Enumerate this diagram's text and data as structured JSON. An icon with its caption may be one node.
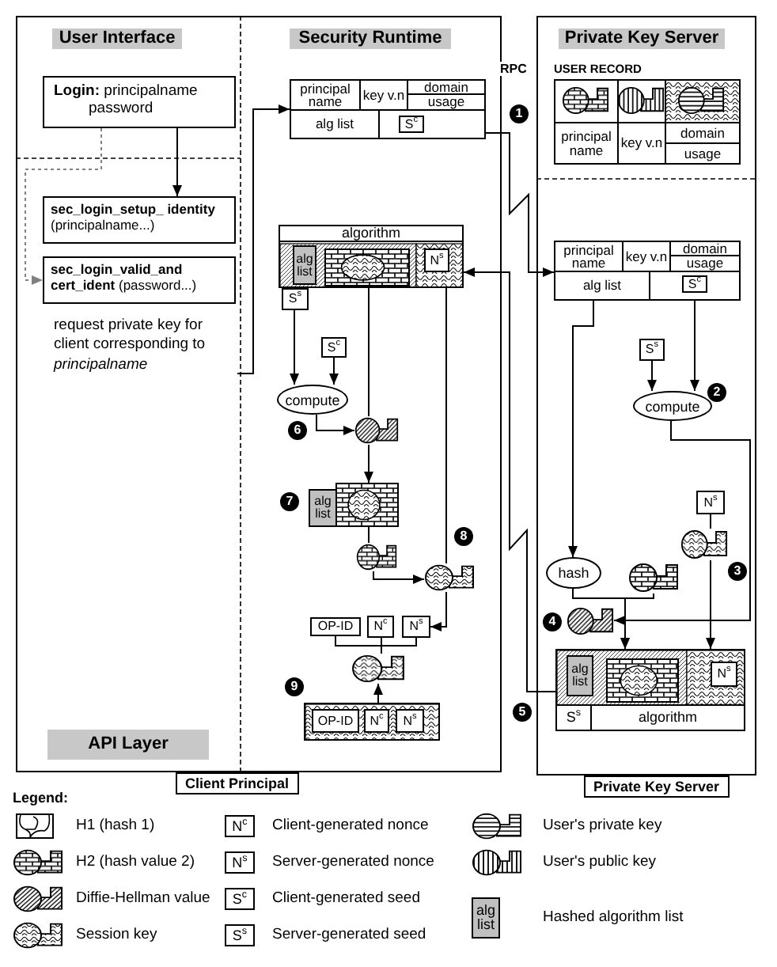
{
  "diagram": {
    "nodes": [
      {
        "text": [
          "Client Principal"
        ]
      },
      {
        "text": [
          "User Interface"
        ],
        "in": 0
      },
      {
        "text": [
          "Security Runtime"
        ],
        "in": 0
      },
      {
        "text": [
          "API Layer"
        ],
        "in": 0
      },
      {
        "text": [
          "**Login:** principalname password"
        ],
        "in": 0
      },
      {
        "text": [
          "**sec_login_setup_ identity** (principalname...)"
        ],
        "in": 0
      },
      {
        "text": [
          "**sec_login_valid_and cert_ident** (password...)"
        ],
        "in": 0
      },
      {
        "text": [
          "request private key for client corresponding to *principalname*"
        ],
        "in": 0
      },
      {
        "text": [
          "principal name",
          "key v.n",
          "domain",
          "usage",
          "alg list"
        ],
        "in": 0
      },
      {
        "text": [
          "S$^{c}$"
        ],
        "in": 8
      },
      {
        "text": [
          "algorithm"
        ],
        "in": 0
      },
      {
        "text": [
          "alg list"
        ],
        "in": 10
      },
      {
        "text": [
          "N$^{s}$"
        ],
        "in": 10
      },
      {
        "text": [
          "S$^{s}$"
        ],
        "in": 0
      },
      {
        "text": [
          "S$^{c}$"
        ],
        "in": 0
      },
      {
        "text": [
          "compute"
        ],
        "in": 0
      },
      {
        "text": [],
        "shape": "key",
        "in": 0
      },
      {
        "text": [
          "alg list"
        ],
        "in": 0
      },
      {
        "text": [],
        "shape": "box",
        "in": 0
      },
      {
        "text": [],
        "shape": "key",
        "in": 0
      },
      {
        "text": [],
        "shape": "key",
        "in": 0
      },
      {
        "text": [
          "OP-ID"
        ],
        "in": 0
      },
      {
        "text": [
          "N$^{c}$"
        ],
        "in": 0
      },
      {
        "text": [
          "N$^{s}$"
        ],
        "in": 0
      },
      {
        "text": [],
        "shape": "key",
        "in": 0
      },
      {
        "text": [],
        "shape": "box",
        "in": 0
      },
      {
        "text": [
          "OP-ID"
        ],
        "in": 25
      },
      {
        "text": [
          "N$^{c}$"
        ],
        "in": 25
      },
      {
        "text": [
          "N$^{s}$"
        ],
        "in": 25
      },
      {
        "text": [
          "Private Key Server"
        ]
      },
      {
        "text": [
          "Private Key Server"
        ],
        "in": 29
      },
      {
        "text": [
          "USER RECORD",
          "principal name",
          "key v.n",
          "domain",
          "usage"
        ],
        "in": 29
      },
      {
        "text": [
          "principal name",
          "key v.n",
          "domain",
          "usage",
          "alg list"
        ],
        "in": 29
      },
      {
        "text": [
          "S$^{c}$"
        ],
        "in": 32
      },
      {
        "text": [
          "S$^{s}$"
        ],
        "in": 29
      },
      {
        "text": [
          "compute"
        ],
        "in": 29
      },
      {
        "text": [
          "N$^{s}$"
        ],
        "in": 29
      },
      {
        "text": [],
        "shape": "key",
        "in": 29
      },
      {
        "text": [
          "hash"
        ],
        "in": 29
      },
      {
        "text": [],
        "shape": "key",
        "in": 29
      },
      {
        "text": [],
        "shape": "key",
        "in": 29
      },
      {
        "text": [
          "S$^{s}$",
          "algorithm"
        ],
        "in": 29
      },
      {
        "text": [
          "alg list"
        ],
        "in": 41
      },
      {
        "text": [
          "N$^{s}$"
        ],
        "in": 41
      },
      {
        "text": [],
        "shape": "box",
        "in": 10
      },
      {
        "text": [],
        "shape": "box",
        "in": 41
      }
    ],
    "edges": [
      {
        "from": 4,
        "to": 5,
        "arrow": "to"
      },
      {
        "from": 4,
        "to": 6,
        "arrow": "to",
        "style": "dashed",
        "color": "#808080"
      },
      {
        "from": 7,
        "to": 8,
        "arrow": "to"
      },
      {
        "from": 8,
        "to": 32,
        "arrow": "to",
        "label": "RPC"
      },
      {
        "from": 41,
        "to": 10,
        "arrow": "to"
      },
      {
        "from": 13,
        "to": 15,
        "arrow": "to"
      },
      {
        "from": 14,
        "to": 15,
        "arrow": "to"
      },
      {
        "from": 10,
        "to": 16,
        "arrow": "none"
      },
      {
        "from": 15,
        "to": 16,
        "arrow": "to"
      },
      {
        "from": 16,
        "to": 18,
        "arrow": "to"
      },
      {
        "from": 18,
        "to": 19,
        "arrow": "none"
      },
      {
        "from": 19,
        "to": 20,
        "arrow": "to"
      },
      {
        "from": 10,
        "to": 20,
        "arrow": "none"
      },
      {
        "from": 20,
        "to": 23,
        "arrow": "to"
      },
      {
        "from": 21,
        "to": 24,
        "arrow": "none"
      },
      {
        "from": 22,
        "to": 24,
        "arrow": "none"
      },
      {
        "from": 23,
        "to": 24,
        "arrow": "none"
      },
      {
        "from": 25,
        "to": 24,
        "arrow": "to"
      },
      {
        "from": 32,
        "to": 38,
        "arrow": "to"
      },
      {
        "from": 33,
        "to": 35,
        "arrow": "to"
      },
      {
        "from": 34,
        "to": 35,
        "arrow": "to"
      },
      {
        "from": 35,
        "to": 40,
        "arrow": "to"
      },
      {
        "from": 36,
        "to": 37,
        "arrow": "none"
      },
      {
        "from": 37,
        "to": 41,
        "arrow": "to"
      },
      {
        "from": 38,
        "to": 41,
        "arrow": "to"
      },
      {
        "from": 39,
        "to": 41,
        "arrow": "to"
      }
    ],
    "labels": [
      "1",
      "2",
      "6",
      "7",
      "8",
      "3",
      "4",
      "9",
      "5",
      "Legend:",
      "N$^{c}$",
      "N$^{s}$",
      "S$^{c}$",
      "S$^{s}$",
      "alg list"
    ],
    "legend": [
      {
        "text": "H1 (hash 1)"
      },
      {
        "text": "H2 (hash value 2)"
      },
      {
        "text": "Diffie-Hellman value"
      },
      {
        "text": "Session key"
      },
      {
        "text": "Client-generated nonce"
      },
      {
        "text": "Server-generated nonce"
      },
      {
        "text": "Client-generated seed"
      },
      {
        "text": "Server-generated seed"
      },
      {
        "text": "User's private key"
      },
      {
        "text": "User's public key"
      },
      {
        "text": "Hashed algorithm list"
      }
    ]
  }
}
